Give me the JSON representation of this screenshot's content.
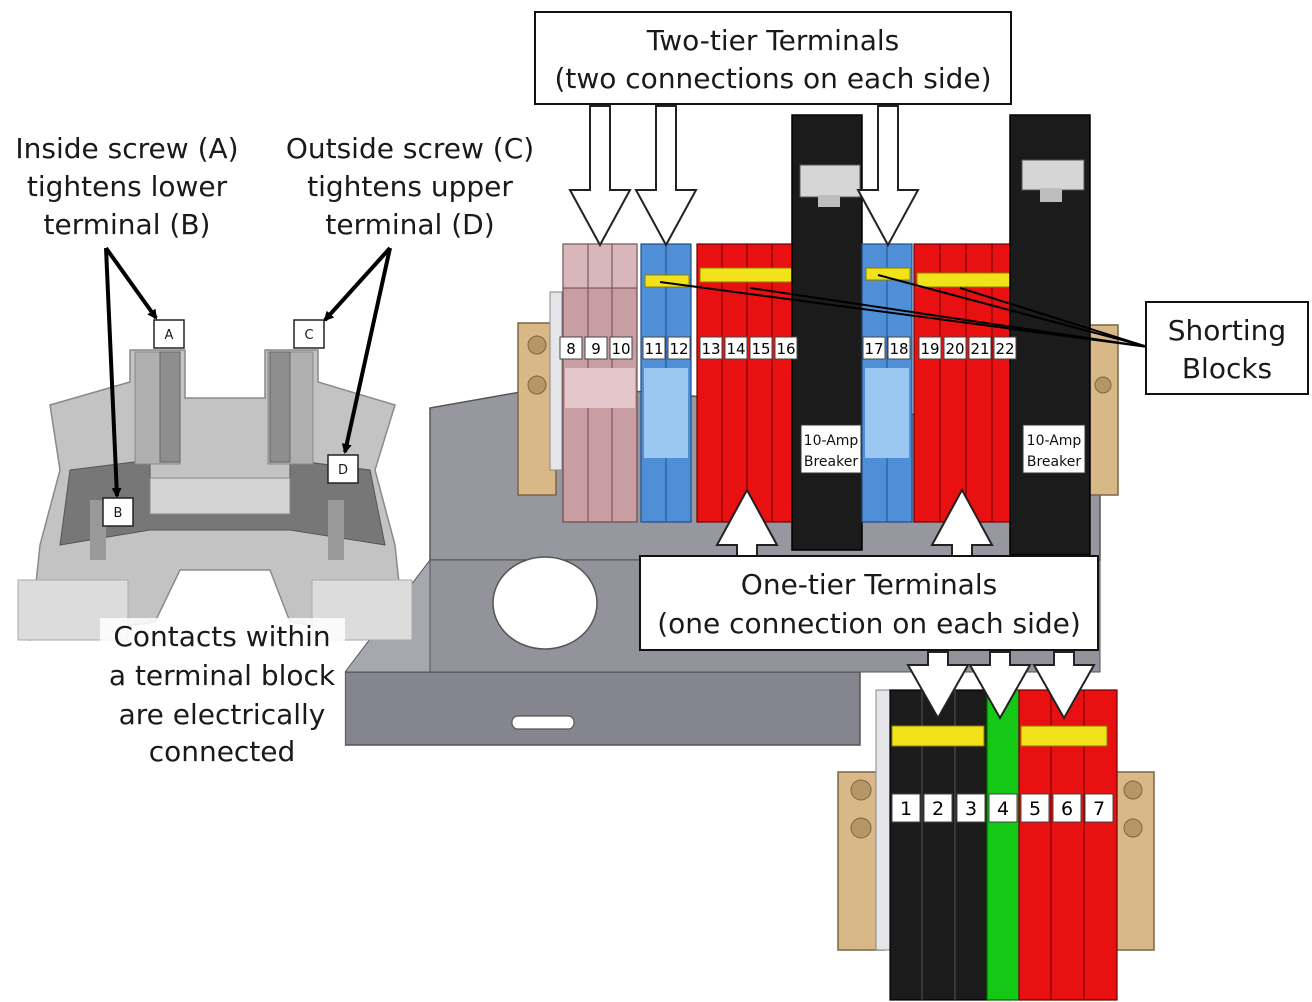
{
  "labels": {
    "two_tier_line1": "Two-tier Terminals",
    "two_tier_line2": "(two connections on each side)",
    "inside_line1": "Inside screw (A)",
    "inside_line2": "tightens lower",
    "inside_line3": "terminal (B)",
    "outside_line1": "Outside screw (C)",
    "outside_line2": "tightens upper",
    "outside_line3": "terminal (D)",
    "shorting_line1": "Shorting",
    "shorting_line2": "Blocks",
    "one_tier_line1": "One-tier Terminals",
    "one_tier_line2": "(one connection on each side)",
    "contacts_line1": "Contacts within",
    "contacts_line2": "a terminal block",
    "contacts_line3": "are electrically",
    "contacts_line4": "connected",
    "marker_a": "A",
    "marker_b": "B",
    "marker_c": "C",
    "marker_d": "D",
    "breaker1_line1": "10-Amp",
    "breaker1_line2": "Breaker",
    "breaker2_line1": "10-Amp",
    "breaker2_line2": "Breaker"
  },
  "upper_terminals": [
    "8",
    "9",
    "10",
    "11",
    "12",
    "13",
    "14",
    "15",
    "16",
    "17",
    "18",
    "19",
    "20",
    "21",
    "22"
  ],
  "lower_terminals": [
    "1",
    "2",
    "3",
    "4",
    "5",
    "6",
    "7"
  ],
  "colors": {
    "pink": "#c99ea3",
    "blue": "#4f8fd8",
    "red": "#e81010",
    "black": "#1b1b1b",
    "green": "#16c816",
    "yellow": "#f2e21a",
    "rail": "#8b8b94",
    "tan": "#d8b887"
  }
}
